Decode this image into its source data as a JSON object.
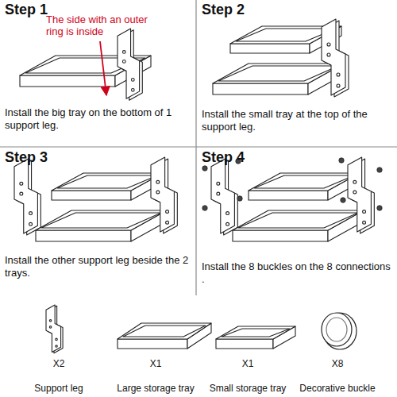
{
  "diagram": {
    "nodes": [
      {
        "text": [
          "Step 1",
          "Install the big tray on the bottom of 1 support leg."
        ]
      },
      {
        "text": [
          "Step 2",
          "Install the small tray at the top of the support leg."
        ]
      },
      {
        "text": [
          "Step 3",
          "Install the other support leg beside the 2 trays."
        ]
      },
      {
        "text": [
          "Step 4",
          "Install the 8 buckles on the 8 connections ."
        ]
      }
    ],
    "labels": [
      "The side with an outer ring is inside",
      "X2",
      "Support leg",
      "X1",
      "Large storage tray",
      "X1",
      "Small storage tray",
      "X8",
      "Decorative buckle"
    ]
  }
}
